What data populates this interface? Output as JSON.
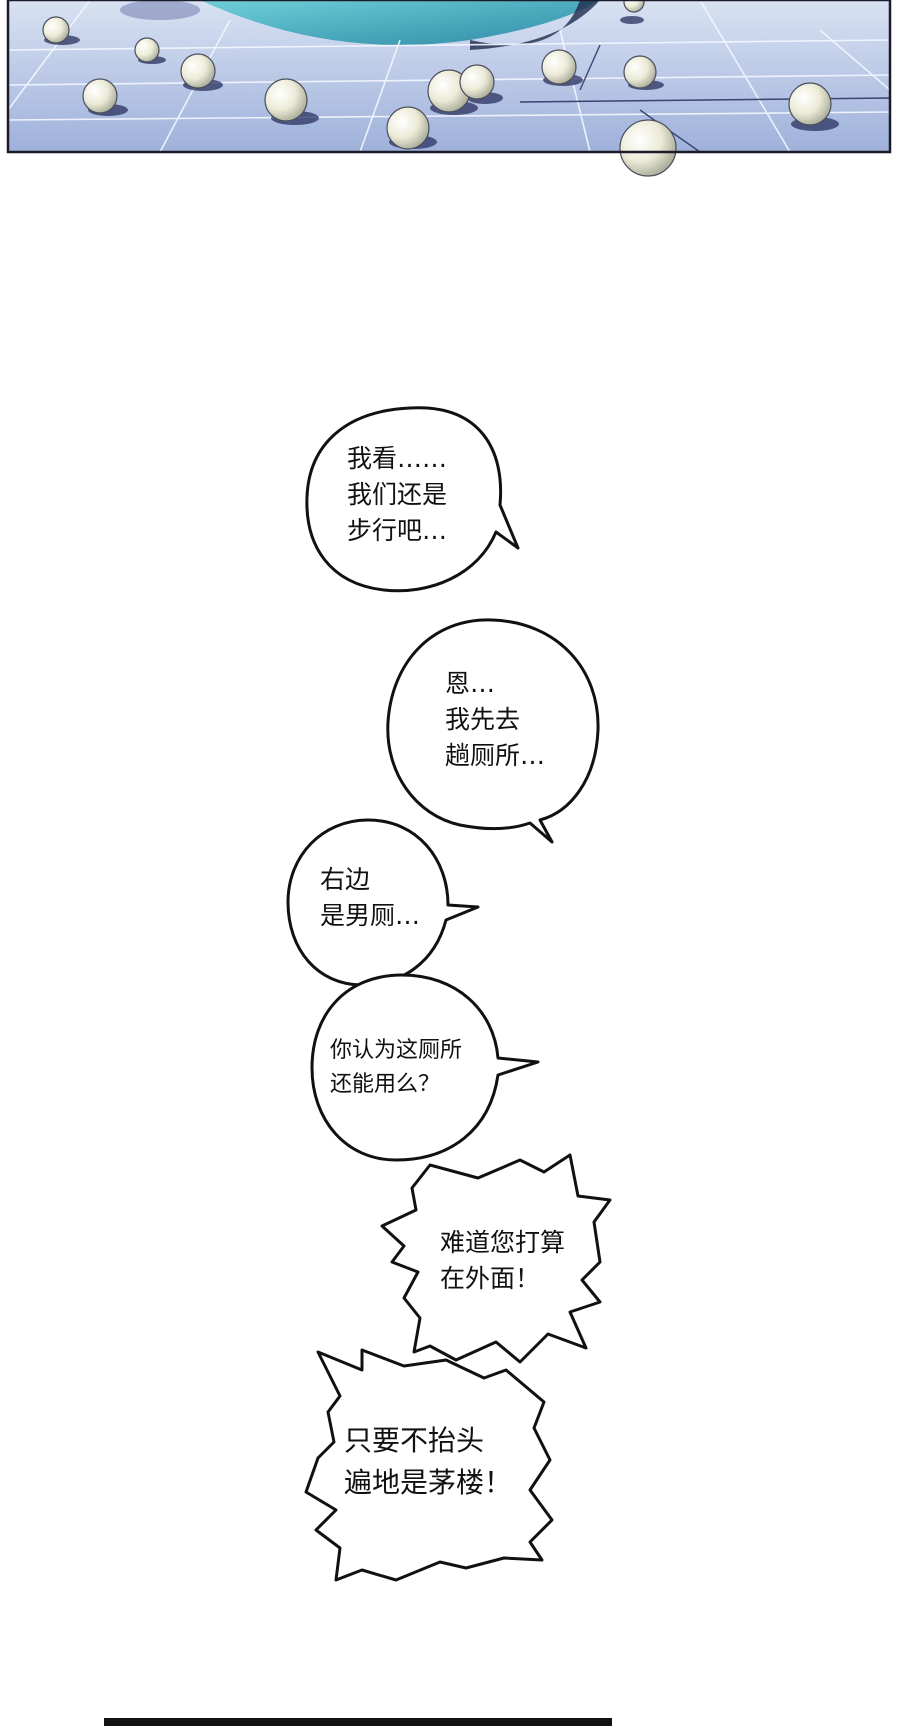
{
  "colors": {
    "panel_sky": "#cfdcee",
    "panel_floor": "#a9b9dd",
    "panel_grid": "#f2f5ff",
    "panel_shadow": "#313a66",
    "blob_teal": "#4fb6c4",
    "pearl": "#eeeede",
    "ink": "#111111",
    "paper": "#ffffff"
  },
  "bubbles": [
    {
      "shape": "round",
      "lines": [
        "我看……",
        "我们还是",
        "步行吧…"
      ]
    },
    {
      "shape": "round",
      "lines": [
        "恩…",
        "我先去",
        "趟厕所…"
      ]
    },
    {
      "shape": "round",
      "lines": [
        "右边",
        "是男厕…"
      ]
    },
    {
      "shape": "round",
      "lines": [
        "你认为这厕所",
        "还能用么？"
      ]
    },
    {
      "shape": "spiky",
      "lines": [
        "难道您打算",
        "在外面！"
      ]
    },
    {
      "shape": "spiky",
      "lines": [
        "只要不抬头",
        "遍地是茅楼！"
      ]
    }
  ],
  "top_panel": {
    "description_icon": "pearls-on-tiled-floor"
  }
}
